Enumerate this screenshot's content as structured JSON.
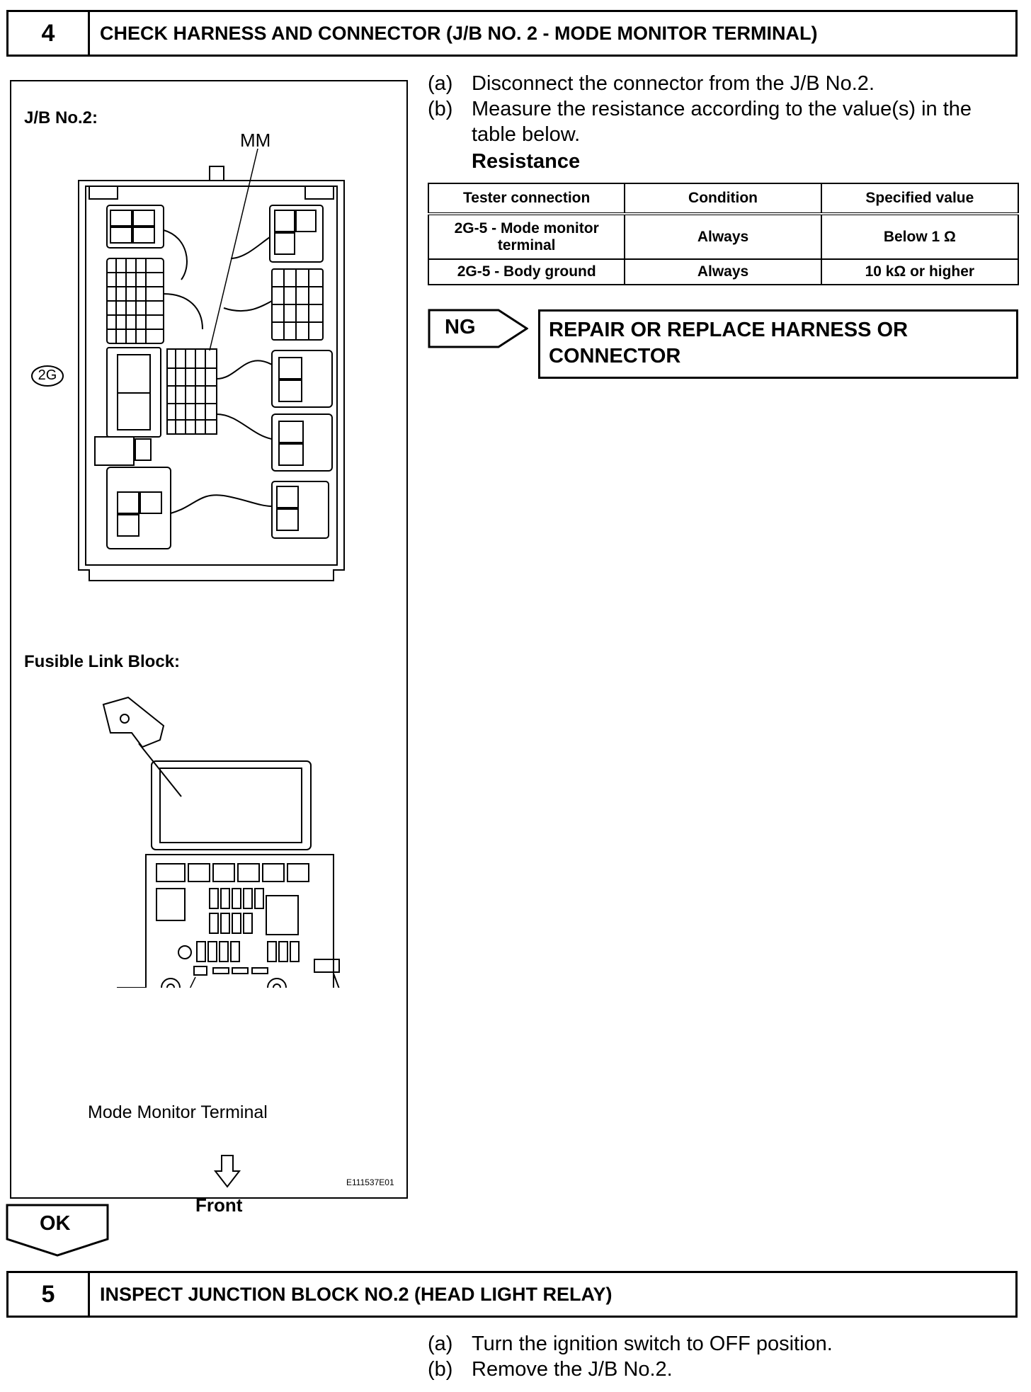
{
  "step4": {
    "number": "4",
    "title": "CHECK HARNESS AND CONNECTOR (J/B NO. 2 - MODE MONITOR TERMINAL)"
  },
  "figure": {
    "jb_label": "J/B No.2:",
    "mm_label": "MM",
    "connector_label": "2G",
    "fusible_label": "Fusible Link Block:",
    "mode_monitor_label": "Mode Monitor Terminal",
    "front_label": "Front",
    "figure_code": "E111537E01",
    "arrow_icon": "down-arrow-icon"
  },
  "instructions": [
    {
      "tag": "(a)",
      "text": "Disconnect the connector from the J/B No.2."
    },
    {
      "tag": "(b)",
      "text": "Measure the resistance according to the value(s) in the",
      "text2": "table below."
    }
  ],
  "resistance_heading": "Resistance",
  "table": {
    "headers": [
      "Tester connection",
      "Condition",
      "Specified value"
    ],
    "rows": [
      [
        "2G-5 - Mode monitor terminal",
        "Always",
        "Below 1 Ω"
      ],
      [
        "2G-5 - Body ground",
        "Always",
        "10 kΩ or higher"
      ]
    ]
  },
  "ng": {
    "label": "NG",
    "action_line1": "REPAIR OR REPLACE HARNESS OR",
    "action_line2": "CONNECTOR"
  },
  "ok": {
    "label": "OK"
  },
  "step5": {
    "number": "5",
    "title": "INSPECT JUNCTION BLOCK NO.2 (HEAD LIGHT RELAY)"
  },
  "instructions5": [
    {
      "tag": "(a)",
      "text": "Turn the ignition switch to OFF position."
    },
    {
      "tag": "(b)",
      "text": "Remove the J/B No.2."
    }
  ]
}
